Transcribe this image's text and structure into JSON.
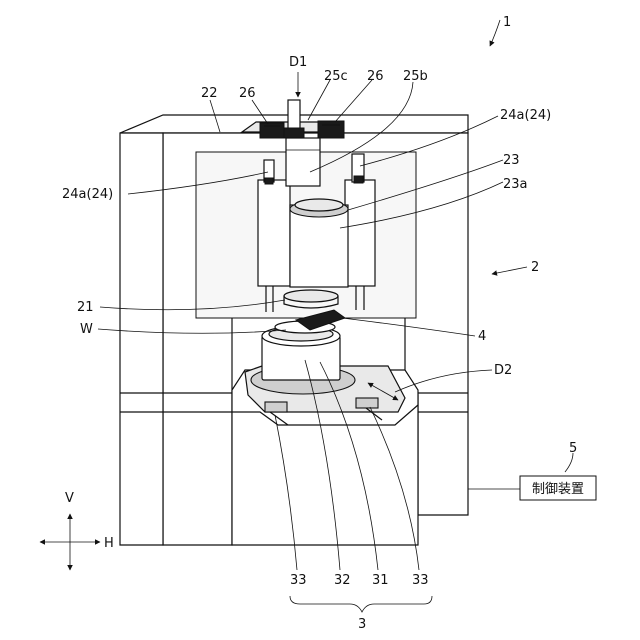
{
  "figure": {
    "labels": {
      "device": "1",
      "frame": "2",
      "table_unit": "3",
      "clamp": "4",
      "controller_ref": "5",
      "chuck": "21",
      "cover": "22",
      "spindle": "23",
      "spindle_face": "23a",
      "rail_right": "24a(24)",
      "rail_left": "24a(24)",
      "motor_26_left": "26",
      "motor_26_right": "26",
      "shaft_25b": "25b",
      "shaft_25c": "25c",
      "d1": "D1",
      "d2": "D2",
      "workpiece": "W",
      "table_33_left": "33",
      "table_32": "32",
      "table_31": "31",
      "table_33_right": "33",
      "axis_v": "V",
      "axis_h": "H"
    },
    "controller_box": "制御装置"
  }
}
